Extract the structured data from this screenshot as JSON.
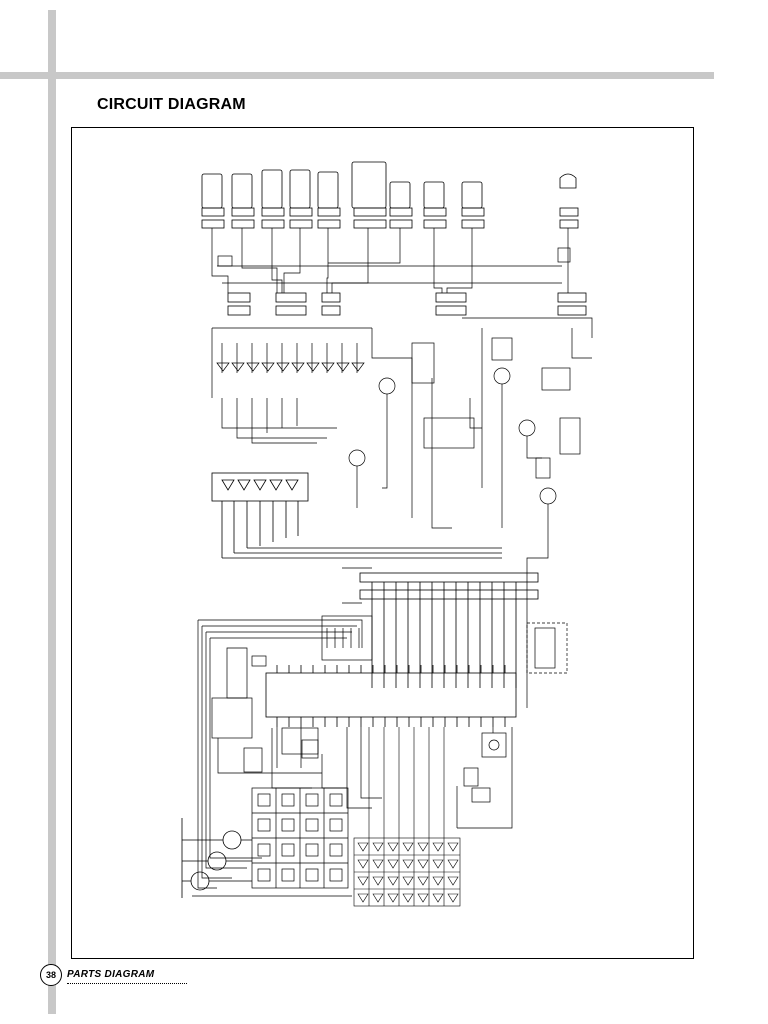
{
  "page": {
    "title": "CIRCUIT DIAGRAM",
    "page_number": "38",
    "section_label": "PARTS DIAGRAM"
  }
}
